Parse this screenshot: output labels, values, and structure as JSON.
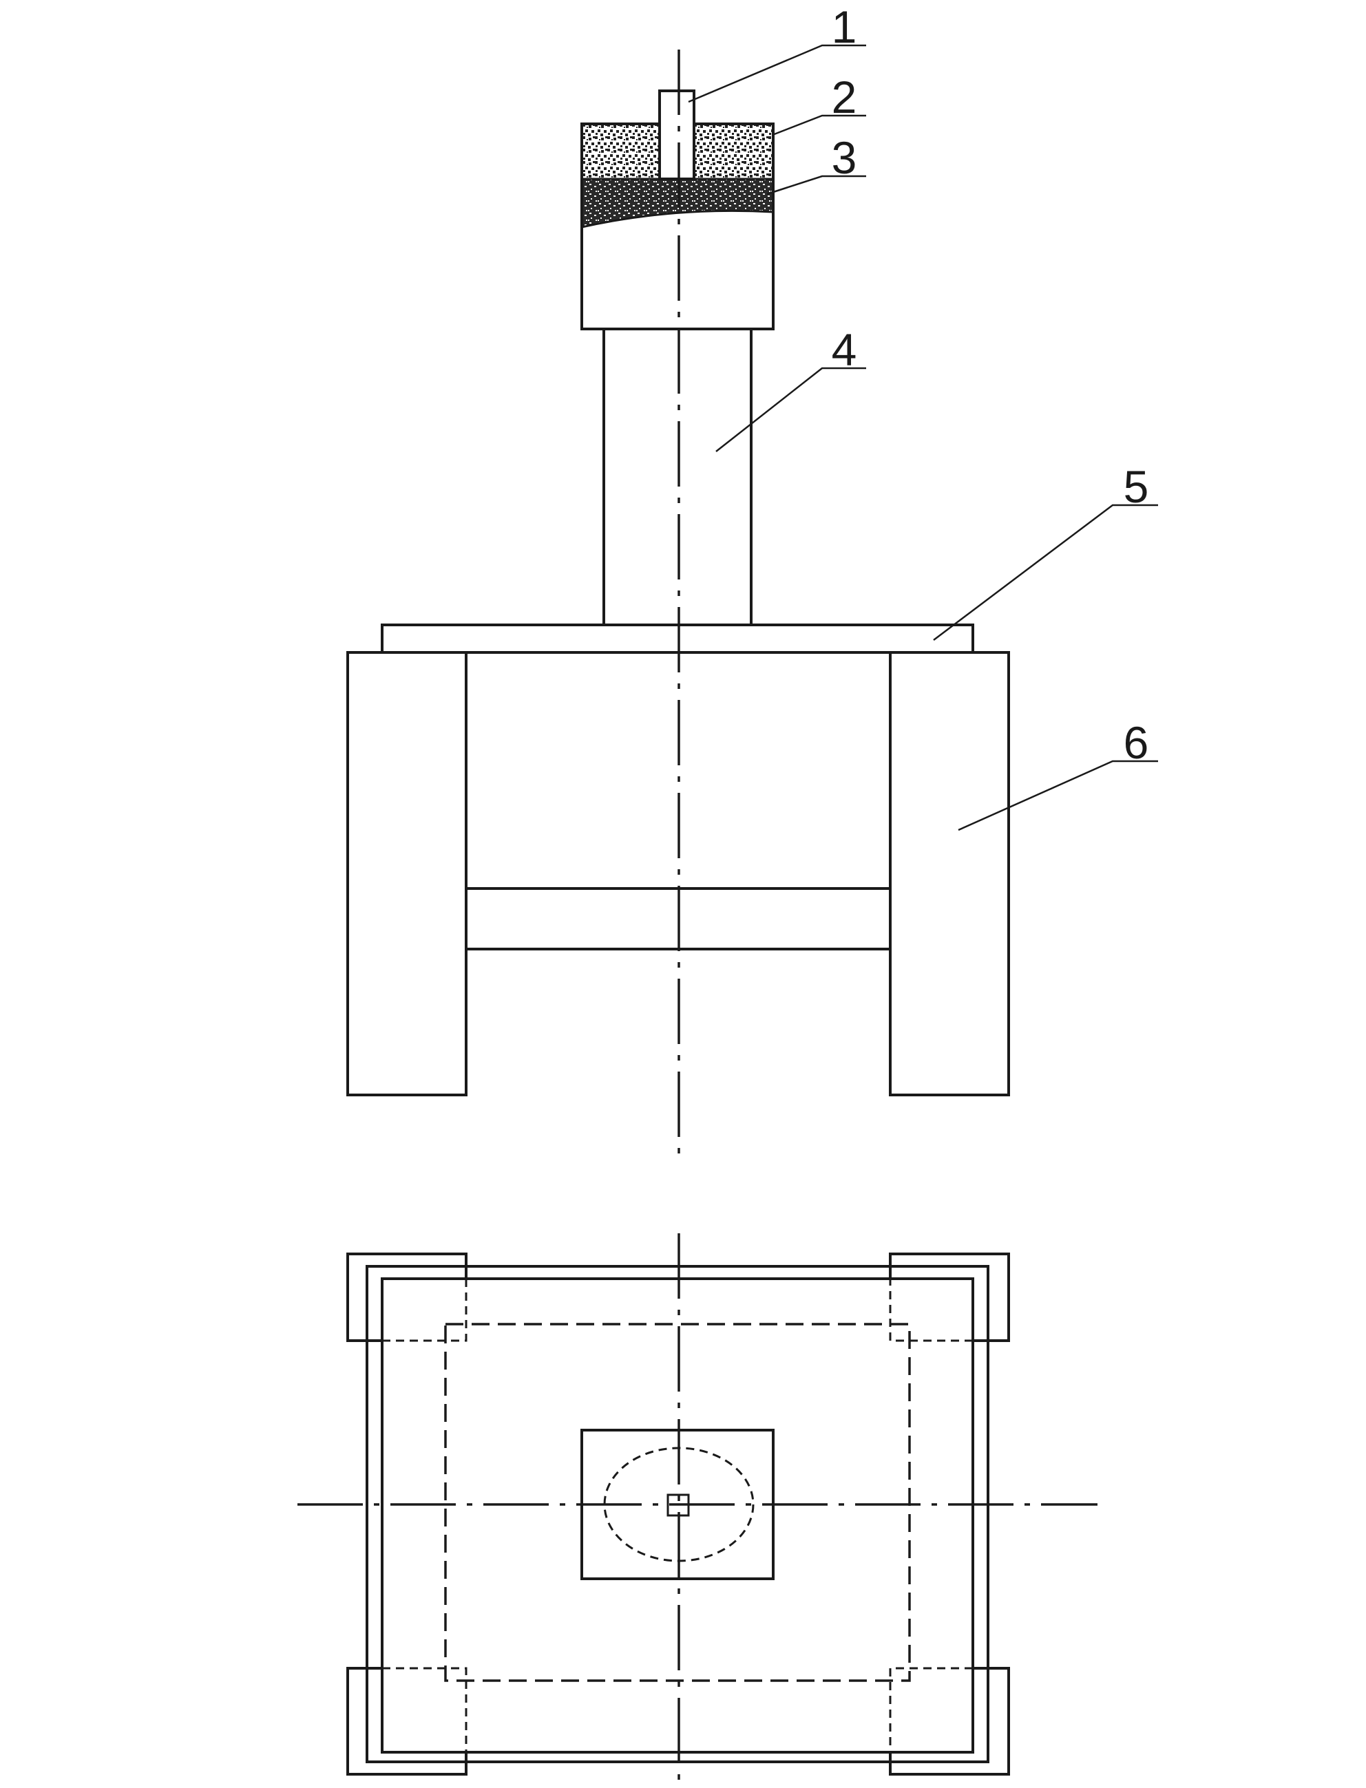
{
  "callouts": [
    {
      "num": "1",
      "part": "rod"
    },
    {
      "num": "2",
      "part": "upper-layer"
    },
    {
      "num": "3",
      "part": "lower-layer"
    },
    {
      "num": "4",
      "part": "column"
    },
    {
      "num": "5",
      "part": "plate"
    },
    {
      "num": "6",
      "part": "frame"
    }
  ],
  "colors": {
    "line": "#1a1a1a",
    "background": "#ffffff"
  }
}
